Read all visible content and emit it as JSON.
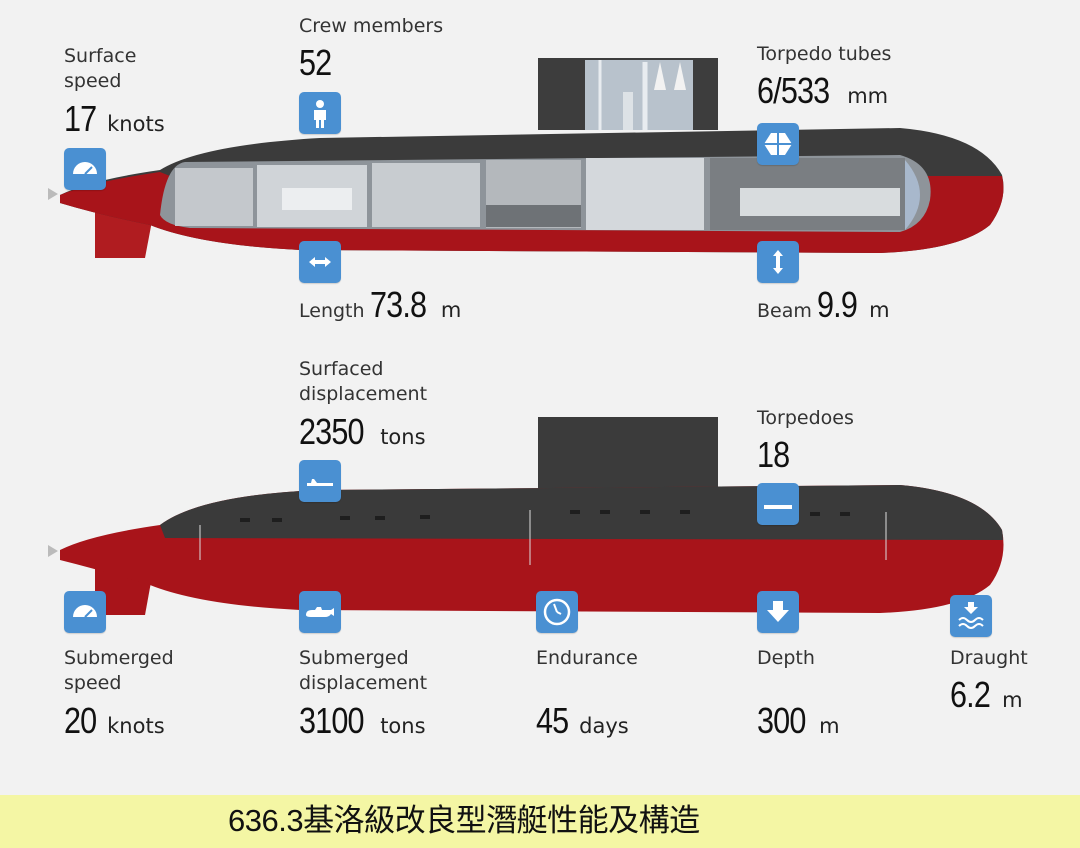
{
  "top_submarine": {
    "view": "cutaway",
    "specs": {
      "surface_speed": {
        "label_line1": "Surface",
        "label_line2": "speed",
        "value": "17",
        "unit": "knots",
        "icon": "speedometer-icon"
      },
      "crew": {
        "label": "Crew members",
        "value": "52",
        "icon": "person-icon"
      },
      "torpedo_tubes": {
        "label": "Torpedo tubes",
        "value": "6/533",
        "unit": "mm",
        "icon": "torpedo-tube-icon"
      },
      "length": {
        "label": "Length",
        "value": "73.8",
        "unit": "m",
        "icon": "horizontal-arrows-icon"
      },
      "beam": {
        "label": "Beam",
        "value": "9.9",
        "unit": "m",
        "icon": "vertical-arrows-icon"
      }
    }
  },
  "bottom_submarine": {
    "view": "exterior",
    "specs": {
      "surfaced_displacement": {
        "label_line1": "Surfaced",
        "label_line2": "displacement",
        "value": "2350",
        "unit": "tons",
        "icon": "surfaced-submarine-icon"
      },
      "torpedoes": {
        "label": "Torpedoes",
        "value": "18",
        "icon": "torpedo-icon"
      },
      "submerged_speed": {
        "label_line1": "Submerged",
        "label_line2": "speed",
        "value": "20",
        "unit": "knots",
        "icon": "speedometer-icon"
      },
      "submerged_displacement": {
        "label_line1": "Submerged",
        "label_line2": "displacement",
        "value": "3100",
        "unit": "tons",
        "icon": "submerged-submarine-icon"
      },
      "endurance": {
        "label": "Endurance",
        "value": "45",
        "unit": "days",
        "icon": "clock-icon"
      },
      "depth": {
        "label": "Depth",
        "value": "300",
        "unit": "m",
        "icon": "down-arrow-icon"
      },
      "draught": {
        "label": "Draught",
        "value": "6.2",
        "unit": "m",
        "icon": "draught-waves-icon"
      }
    }
  },
  "footer": {
    "title": "636.3基洛級改良型潛艇性能及構造"
  },
  "colors": {
    "background": "#f2f2f2",
    "icon_blue": "#4a90d2",
    "hull_red": "#a8141a",
    "hull_dark": "#3a3a3a",
    "footer_bg": "#f4f6a4"
  }
}
